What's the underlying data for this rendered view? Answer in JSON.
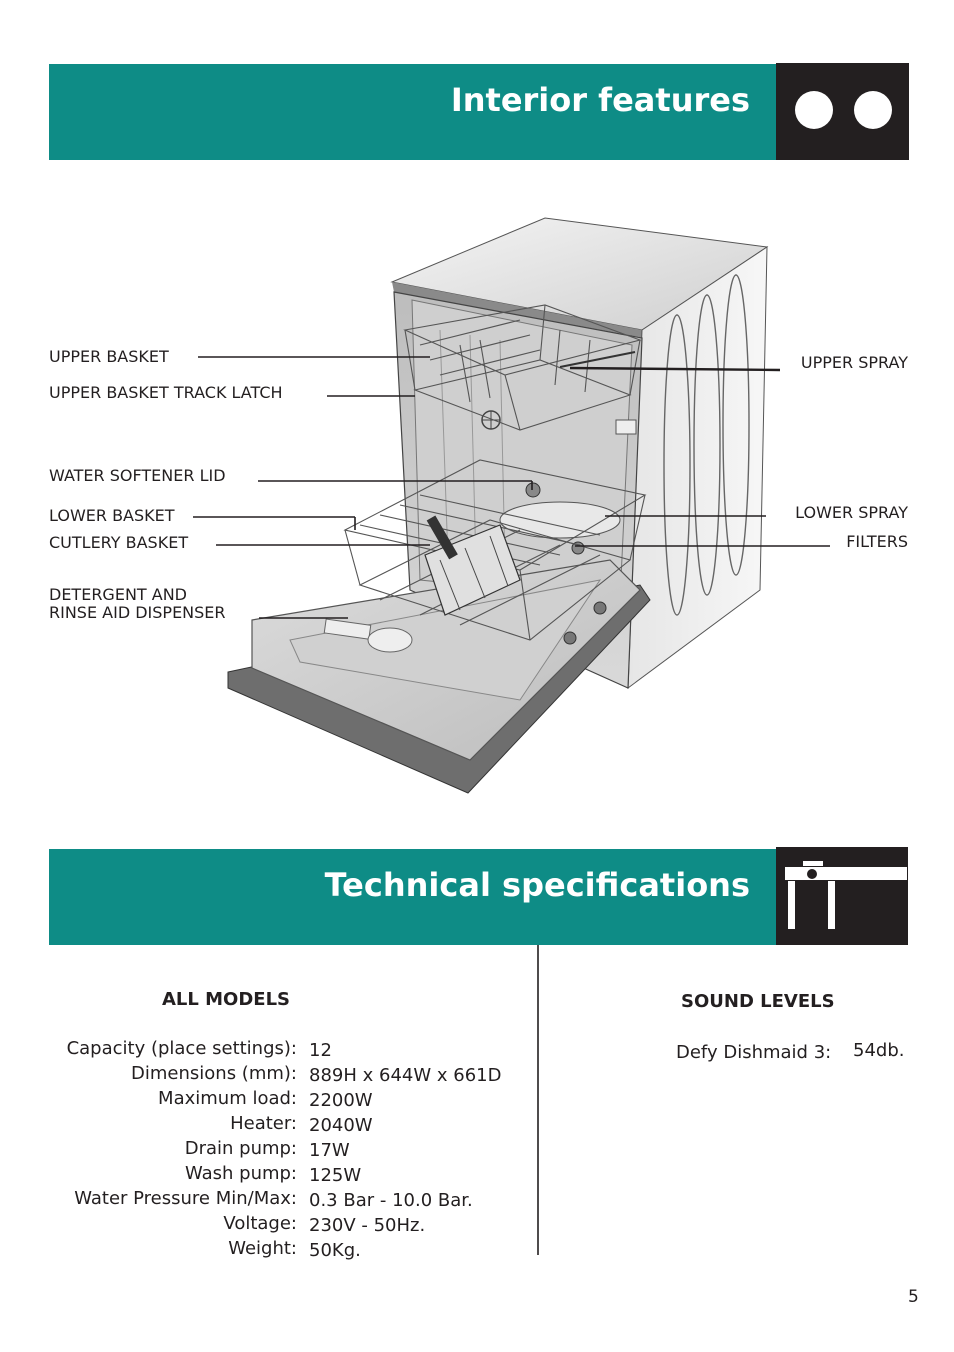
{
  "interior": {
    "title": "Interior features",
    "labels": {
      "upper_basket": "UPPER BASKET",
      "upper_basket_track_latch": "UPPER BASKET TRACK LATCH",
      "water_softener_lid": "WATER SOFTENER LID",
      "lower_basket": "LOWER BASKET",
      "cutlery_basket": "CUTLERY BASKET",
      "detergent_line1": "DETERGENT AND",
      "detergent_line2": "RINSE AID DISPENSER",
      "upper_spray": "UPPER SPRAY",
      "lower_spray": "LOWER SPRAY",
      "filters": "FILTERS"
    }
  },
  "technical": {
    "title": "Technical specifications",
    "all_models": {
      "heading": "ALL MODELS",
      "specs": [
        {
          "label": "Capacity (place settings):",
          "value": "12"
        },
        {
          "label": "Dimensions (mm):",
          "value": "889H x 644W x 661D"
        },
        {
          "label": "Maximum load:",
          "value": "2200W"
        },
        {
          "label": "Heater:",
          "value": "2040W"
        },
        {
          "label": "Drain pump:",
          "value": "17W"
        },
        {
          "label": "Wash pump:",
          "value": "125W"
        },
        {
          "label": "Water Pressure Min/Max:",
          "value": "0.3 Bar - 10.0 Bar."
        },
        {
          "label": "Voltage:",
          "value": "230V - 50Hz."
        },
        {
          "label": "Weight:",
          "value": "50Kg."
        }
      ]
    },
    "sound_levels": {
      "heading": "SOUND LEVELS",
      "model": "Defy Dishmaid 3:",
      "value": "54db."
    }
  },
  "page_number": "5",
  "colors": {
    "teal": "#0e8c86",
    "dark": "#231f20"
  }
}
